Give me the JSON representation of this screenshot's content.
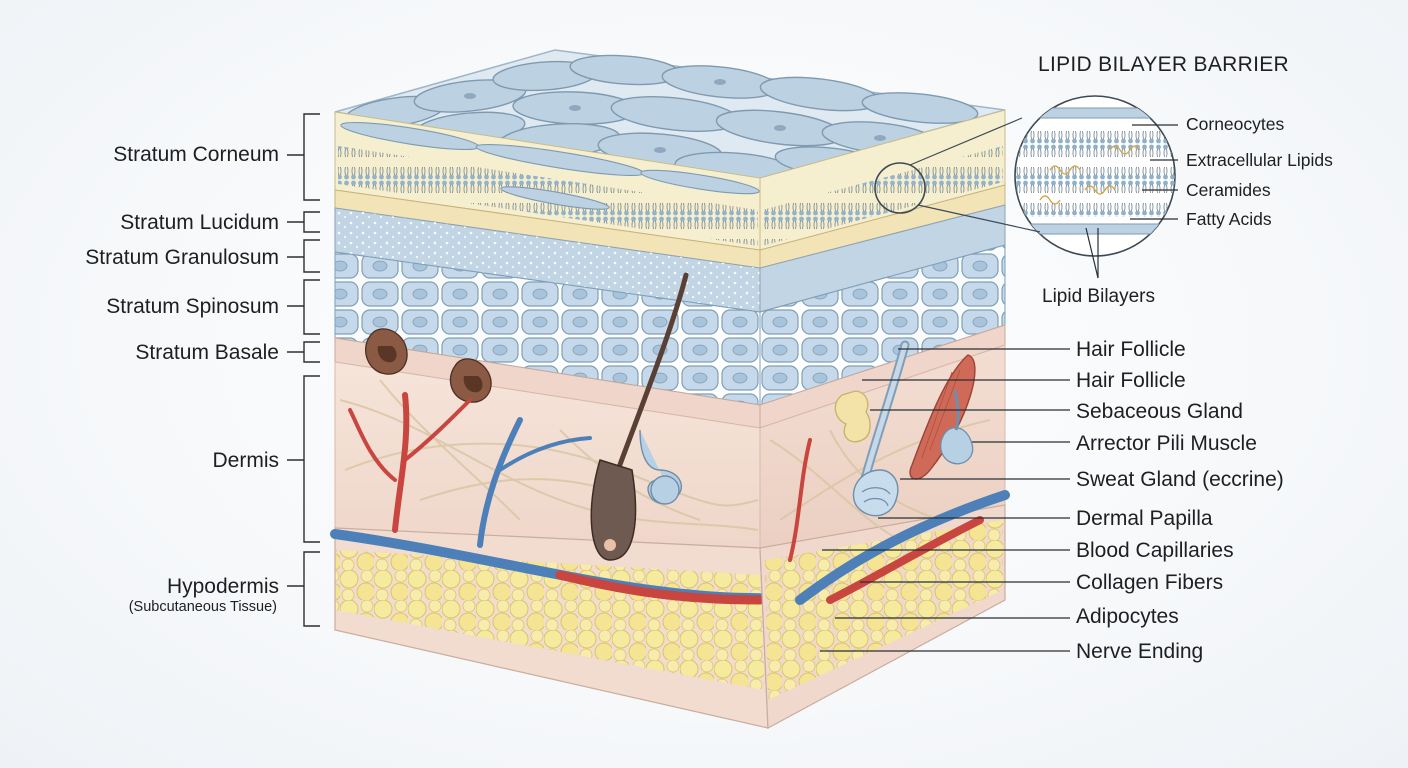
{
  "layers": [
    {
      "key": "stratum_corneum",
      "label": "Stratum Corneum"
    },
    {
      "key": "stratum_lucidum",
      "label": "Stratum Lucidum"
    },
    {
      "key": "stratum_granulosum",
      "label": "Stratum Granulosum"
    },
    {
      "key": "stratum_spinosum",
      "label": "Stratum Spinosum"
    },
    {
      "key": "stratum_basale",
      "label": "Stratum Basale"
    },
    {
      "key": "dermis",
      "label": "Dermis"
    },
    {
      "key": "hypodermis",
      "label": "Hypodermis",
      "sublabel": "(Subcutaneous Tissue)"
    }
  ],
  "inset": {
    "title": "LIPID BILAYER BARRIER",
    "labels": [
      "Corneocytes",
      "Extracellular Lipids",
      "Ceramides",
      "Fatty Acids"
    ],
    "pointer_label": "Lipid Bilayers"
  },
  "structures": [
    "Hair Follicle",
    "Hair Follicle",
    "Sebaceous Gland",
    "Arrector Pili Muscle",
    "Sweat Gland (eccrine)",
    "Dermal Papilla",
    "Blood Capillaries",
    "Collagen Fibers",
    "Adipocytes",
    "Nerve Ending"
  ],
  "colors": {
    "corneocyte": "#b9cfe0",
    "lipid_layer": "#f4ecc9",
    "keratinocyte": "#c4d8e8",
    "dermis": "#f4e2d8",
    "fat": "#f3e59a",
    "artery": "#c9453f",
    "vein": "#4d80b8",
    "melanocyte": "#7a4b36"
  }
}
